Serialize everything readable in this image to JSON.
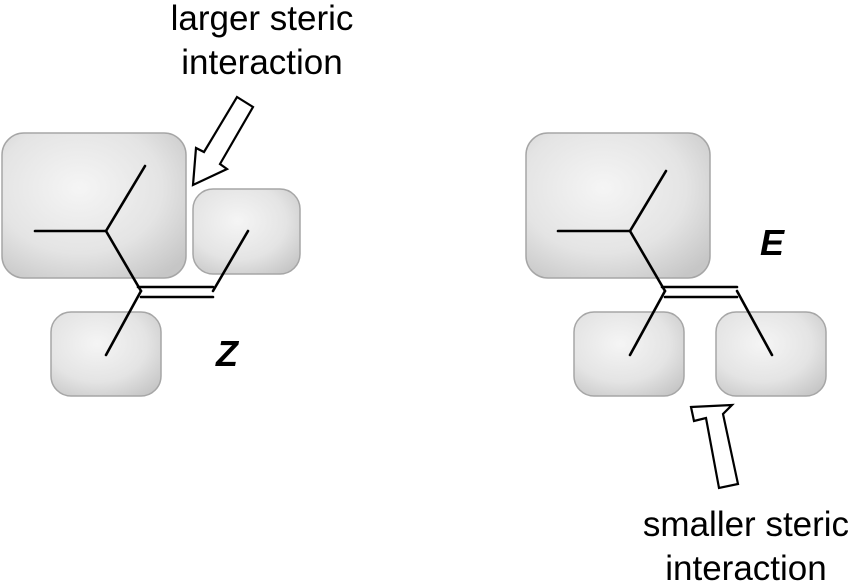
{
  "diagram": {
    "top_caption": {
      "line1": "larger steric",
      "line2": "interaction"
    },
    "bottom_caption": {
      "line1": "smaller steric",
      "line2": "interaction"
    },
    "left_isomer_label": "Z",
    "right_isomer_label": "E"
  },
  "colors": {
    "blob_fill_light": "#f4f4f4",
    "blob_fill_dark": "#c9c9c9",
    "blob_outline": "#a6a6a6",
    "bond": "#000000",
    "arrow_fill": "#ffffff"
  }
}
